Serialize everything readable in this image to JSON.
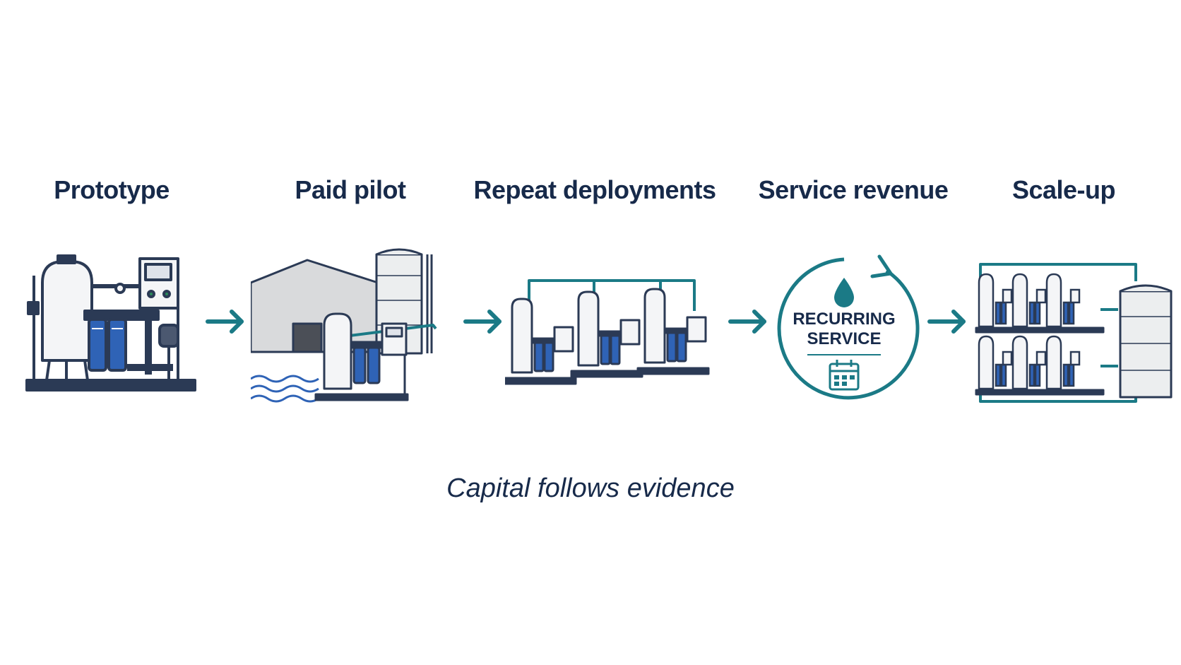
{
  "stages": [
    {
      "title": "Prototype",
      "icon": "prototype-skid-icon"
    },
    {
      "title": "Paid pilot",
      "icon": "pilot-site-icon"
    },
    {
      "title": "Repeat deployments",
      "icon": "multi-unit-icon"
    },
    {
      "title": "Service revenue",
      "icon": "recurring-service-icon",
      "badge_line1": "RECURRING",
      "badge_line2": "SERVICE"
    },
    {
      "title": "Scale-up",
      "icon": "scale-plant-icon"
    }
  ],
  "tagline": "Capital follows evidence",
  "colors": {
    "navy": "#172a4a",
    "teal": "#1b7a86",
    "filter_blue": "#2f63b6",
    "outline": "#2b3a55",
    "tank_fill": "#f2f3f5",
    "building_fill": "#d9dadc"
  }
}
